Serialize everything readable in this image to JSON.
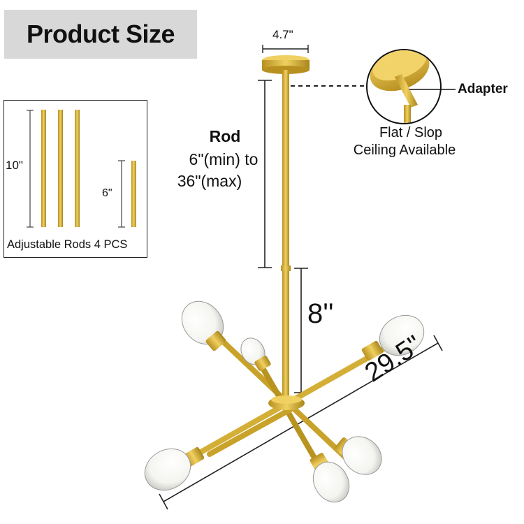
{
  "title": "Product Size",
  "rods_panel": {
    "long_rod_length": "10\"",
    "short_rod_length": "6\"",
    "caption": "Adjustable Rods 4 PCS"
  },
  "dimensions": {
    "canopy_width": "4.7\"",
    "rod_title": "Rod",
    "rod_range_line1": "6\"(min) to",
    "rod_range_line2": "36\"(max)",
    "body_height": "8''",
    "overall_span": "29.5\""
  },
  "detail": {
    "adapter_label": "Adapter",
    "ceiling_line1": "Flat / Slop",
    "ceiling_line2": "Ceiling Available"
  },
  "colors": {
    "brass": "#d4af37",
    "brass_dark": "#a8861c",
    "title_bg": "#d8d8d8"
  }
}
